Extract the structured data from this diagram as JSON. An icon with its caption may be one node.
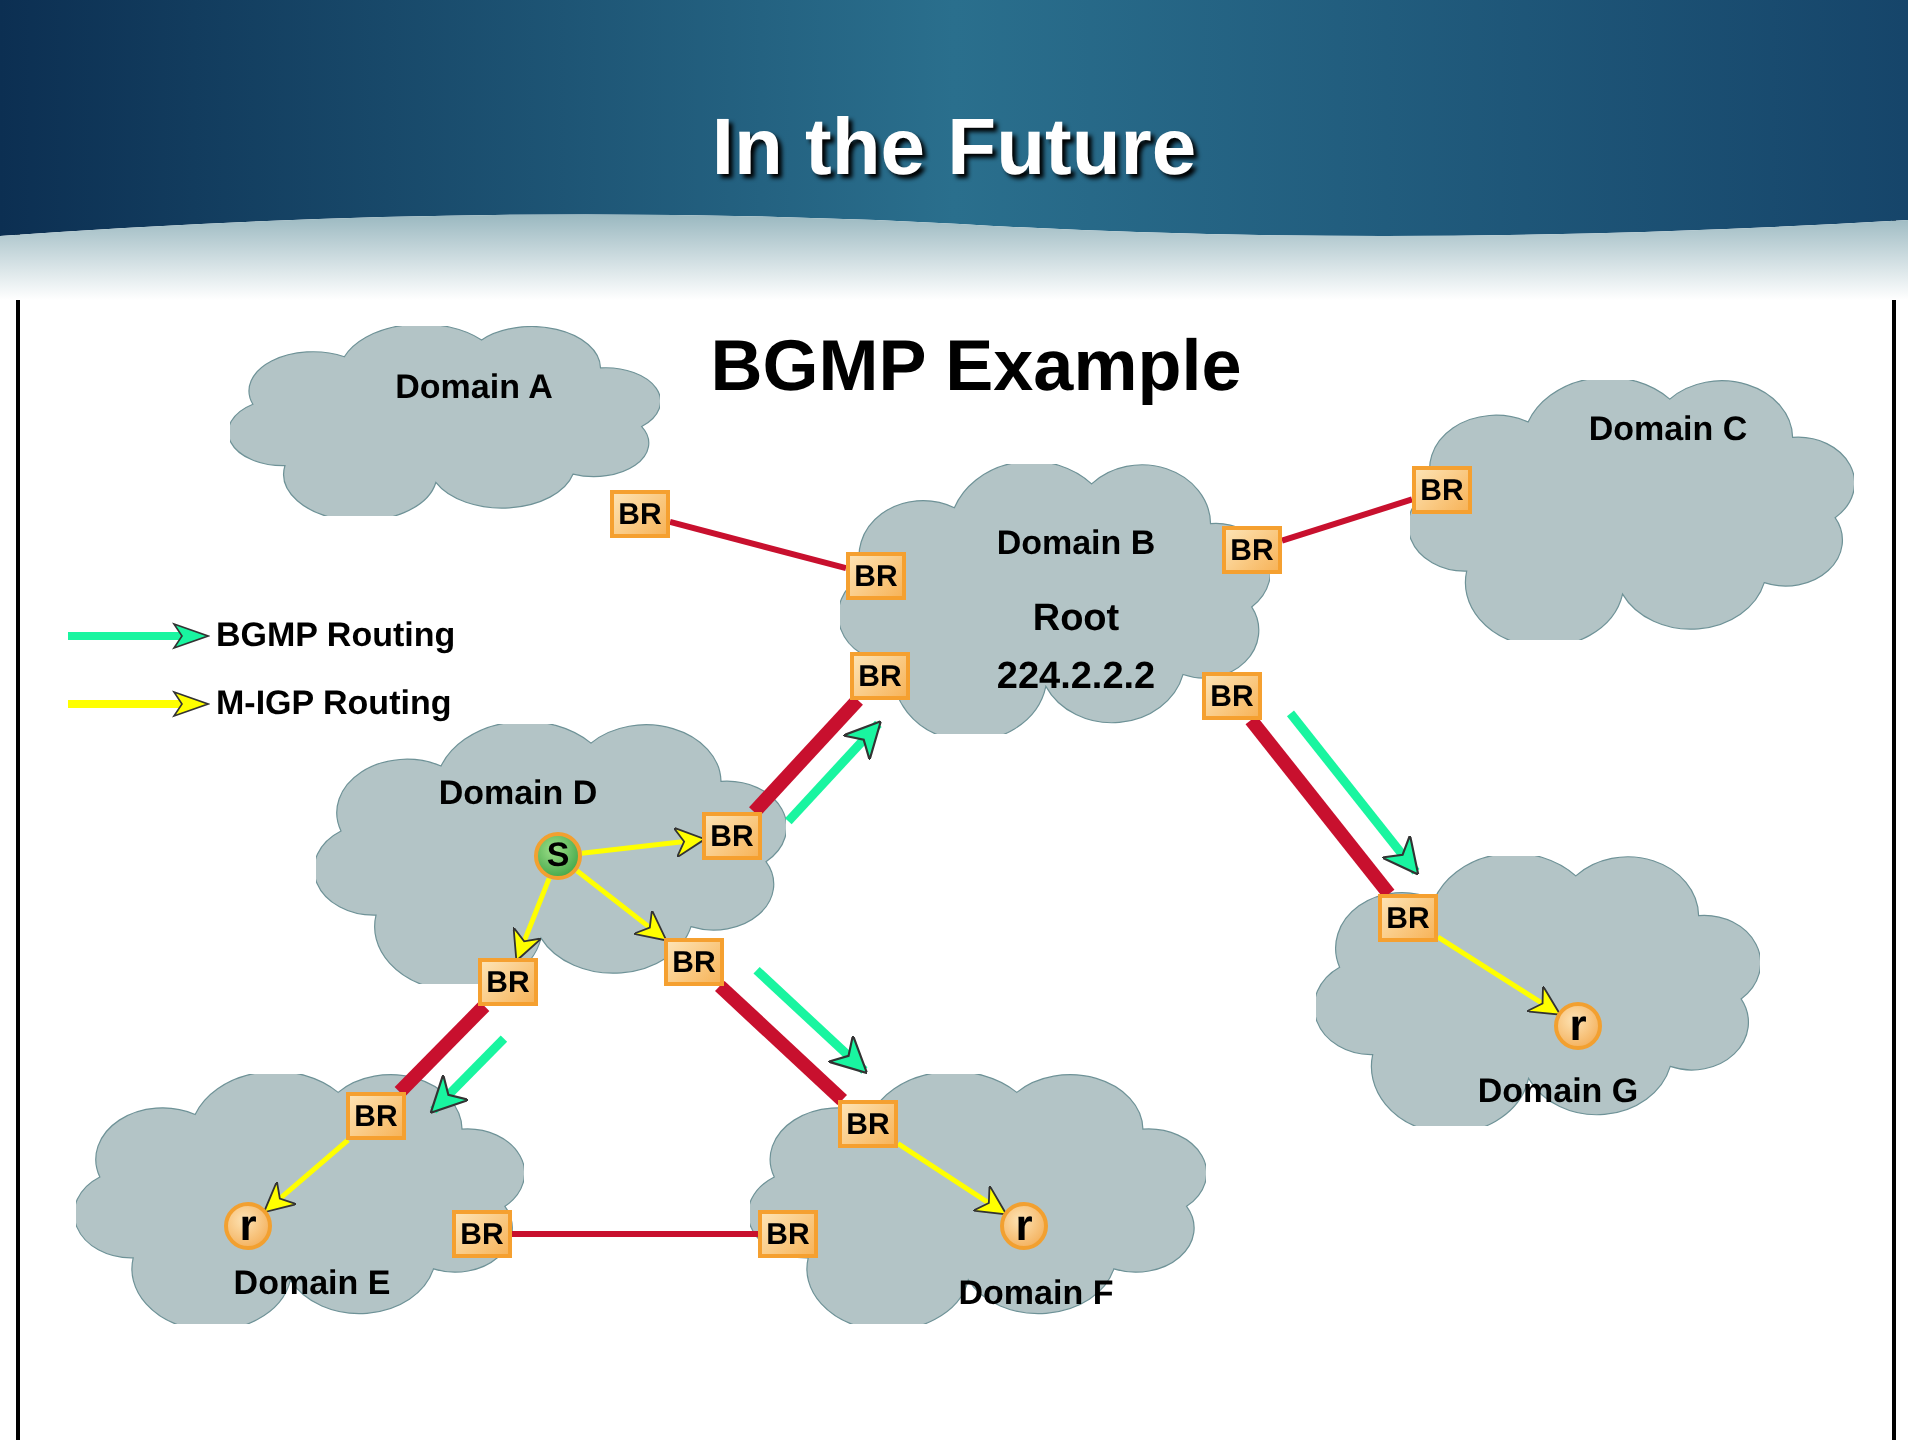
{
  "diagram": {
    "title": "In the Future",
    "nodes": [
      {
        "text": [
          "Domain A"
        ]
      },
      {
        "text": [
          "BR"
        ],
        "in": 0
      },
      {
        "text": [
          "Domain B",
          "Root 224.2.2.2"
        ]
      },
      {
        "text": [
          "BR"
        ],
        "in": 2
      },
      {
        "text": [
          "BR"
        ],
        "in": 2
      },
      {
        "text": [
          "BR"
        ],
        "in": 2
      },
      {
        "text": [
          "BR"
        ],
        "in": 2
      },
      {
        "text": [
          "Domain C"
        ]
      },
      {
        "text": [
          "BR"
        ],
        "in": 7
      },
      {
        "text": [
          "Domain D"
        ]
      },
      {
        "text": [
          "S"
        ],
        "in": 9
      },
      {
        "text": [
          "BR"
        ],
        "in": 9
      },
      {
        "text": [
          "BR"
        ],
        "in": 9
      },
      {
        "text": [
          "BR"
        ],
        "in": 9
      },
      {
        "text": [
          "Domain E"
        ]
      },
      {
        "text": [
          "BR"
        ],
        "in": 14
      },
      {
        "text": [
          "r"
        ],
        "in": 14
      },
      {
        "text": [
          "BR"
        ],
        "in": 14
      },
      {
        "text": [
          "Domain F"
        ]
      },
      {
        "text": [
          "BR"
        ],
        "in": 18
      },
      {
        "text": [
          "BR"
        ],
        "in": 18
      },
      {
        "text": [
          "r"
        ],
        "in": 18
      },
      {
        "text": [
          "Domain G"
        ]
      },
      {
        "text": [
          "BR"
        ],
        "in": 22
      },
      {
        "text": [
          "r"
        ],
        "in": 22
      }
    ],
    "edges": [
      {
        "from": 1,
        "to": 3,
        "arrow": "none"
      },
      {
        "from": 5,
        "to": 8,
        "arrow": "none"
      },
      {
        "from": 4,
        "to": 11,
        "arrow": "none",
        "style": "thick"
      },
      {
        "from": 6,
        "to": 23,
        "arrow": "none",
        "style": "thick"
      },
      {
        "from": 12,
        "to": 15,
        "arrow": "none",
        "style": "thick"
      },
      {
        "from": 13,
        "to": 19,
        "arrow": "none",
        "style": "thick"
      },
      {
        "from": 17,
        "to": 20,
        "arrow": "none"
      },
      {
        "from": 11,
        "to": 4,
        "arrow": "to",
        "color": "#19f5a0"
      },
      {
        "from": 6,
        "to": 23,
        "arrow": "to",
        "color": "#19f5a0"
      },
      {
        "from": 13,
        "to": 19,
        "arrow": "to",
        "color": "#19f5a0"
      },
      {
        "from": 12,
        "to": 15,
        "arrow": "to",
        "color": "#19f5a0"
      },
      {
        "from": 10,
        "to": 11,
        "arrow": "to",
        "color": "#ffff00"
      },
      {
        "from": 10,
        "to": 12,
        "arrow": "to",
        "color": "#ffff00"
      },
      {
        "from": 10,
        "to": 13,
        "arrow": "to",
        "color": "#ffff00"
      },
      {
        "from": 15,
        "to": 16,
        "arrow": "to",
        "color": "#ffff00"
      },
      {
        "from": 19,
        "to": 21,
        "arrow": "to",
        "color": "#ffff00"
      },
      {
        "from": 23,
        "to": 24,
        "arrow": "to",
        "color": "#ffff00"
      }
    ],
    "labels": [
      "BGMP Example"
    ],
    "legend": [
      {
        "text": "BGMP Routing"
      },
      {
        "text": "M-IGP Routing"
      }
    ]
  }
}
